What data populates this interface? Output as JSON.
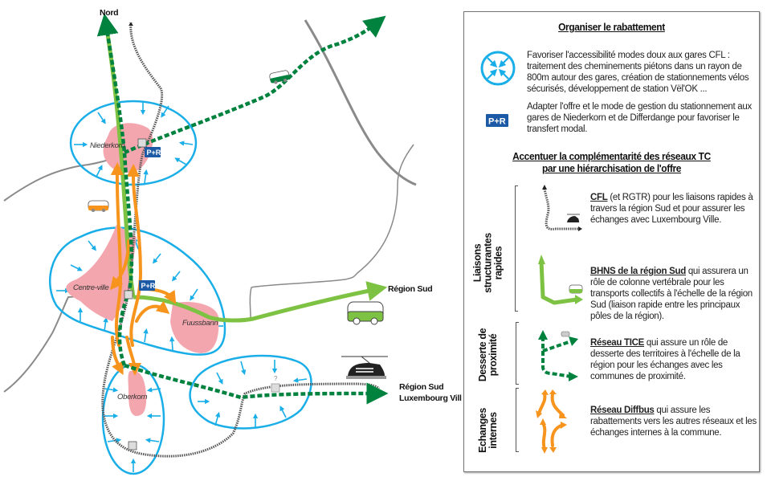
{
  "map": {
    "labels": {
      "nord": "Nord",
      "region_sud": "Région Sud",
      "region_sud_lux_line1": "Région Sud",
      "region_sud_lux_line2": "Luxembourg Ville"
    },
    "localities": [
      {
        "name": "Niederkorn"
      },
      {
        "name": "Centre-ville"
      },
      {
        "name": "Fuussbann"
      },
      {
        "name": "Oberkorn"
      }
    ],
    "pr_badges": [
      "P+R",
      "P+R"
    ],
    "unknown_station_mark": "?",
    "colors": {
      "catchment_blue": "#1aaee8",
      "locality_pink": "#f4a6ae",
      "bhns_green": "#7dc242",
      "tice_dark_green": "#00823f",
      "diffbus_orange": "#f7941d",
      "rail_grey": "#666666",
      "road_grey": "#8a8a8a",
      "pr_blue": "#1c5aa6"
    }
  },
  "legend": {
    "section1": {
      "title": "Organiser le rabattement",
      "items": [
        {
          "icon": "catchment-circle-icon",
          "text": "Favoriser l'accessibilité modes doux aux gares CFL : traitement des cheminements piétons dans un rayon de 800m autour des gares, création de stationnements vélos sécurisés, développement de station Vël'OK ..."
        },
        {
          "icon": "park-and-ride-icon",
          "icon_text": "P+R",
          "text": "Adapter l'offre et le mode de gestion du stationnement aux gares de Niederkorn et de Differdange pour favoriser le transfert modal."
        }
      ]
    },
    "section2": {
      "title_line1": "Accentuer la complémentarité des réseaux TC",
      "title_line2": "par une hiérarchisation de l'offre",
      "groups": [
        {
          "label_line1": "Liaisons",
          "label_line2": "structurantes",
          "label_line3": "rapides",
          "items": [
            {
              "icon": "rail-line-icon",
              "bold": "CFL",
              "text": " (et RGTR) pour les liaisons rapides à travers la région Sud et pour assurer les échanges avec Luxembourg Ville."
            },
            {
              "icon": "bhns-line-icon",
              "bold": "BHNS de la région Sud",
              "text": " qui assurera un rôle de colonne vertébrale pour les transports collectifs à l'échelle de la région Sud (liaison rapide entre les principaux pôles de la région)."
            }
          ]
        },
        {
          "label_line1": "Desserte de",
          "label_line2": "proximité",
          "items": [
            {
              "icon": "tice-line-icon",
              "bold": "Réseau TICE",
              "text": " qui assure un rôle de desserte des territoires à l'échelle de la région pour les échanges avec les communes de proximité."
            }
          ]
        },
        {
          "label_line1": "Echanges",
          "label_line2": "internes",
          "items": [
            {
              "icon": "diffbus-arrows-icon",
              "bold": "Réseau Diffbus",
              "text": " qui assure les rabattements vers les autres réseaux et les échanges internes à la commune."
            }
          ]
        }
      ]
    }
  }
}
